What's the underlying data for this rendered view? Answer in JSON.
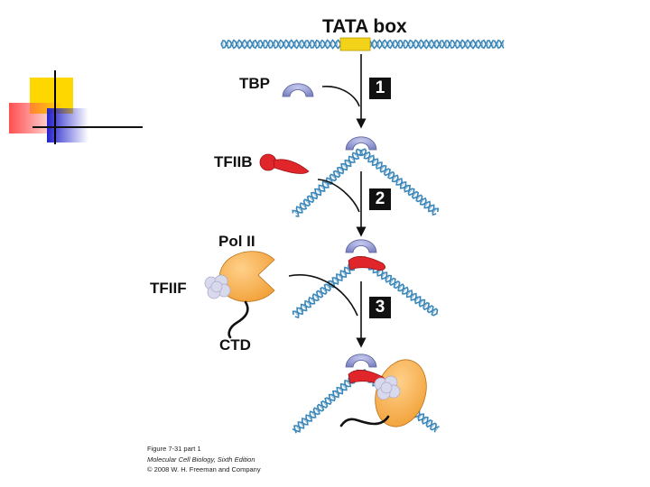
{
  "labels": {
    "tata_box": "TATA box",
    "tbp": "TBP",
    "tfiib": "TFIIB",
    "pol_ii": "Pol II",
    "tfiif": "TFIIF",
    "ctd": "CTD"
  },
  "steps": [
    "1",
    "2",
    "3"
  ],
  "caption": {
    "figure": "Figure 7-31 part 1",
    "book": "Molecular Cell Biology, Sixth Edition",
    "copyright": "© 2008 W. H. Freeman and Company"
  },
  "colors": {
    "dna": "#3a86b8",
    "tata_box": "#f2d31a",
    "tbp": "#7f86c4",
    "tfiib": "#e0262b",
    "pol_ii": "#f2a23a",
    "tfiif": "#d9d9ee",
    "deco_yellow": "#ffd700",
    "deco_red": "#ff5a5a",
    "deco_blue": "#2222cc"
  }
}
